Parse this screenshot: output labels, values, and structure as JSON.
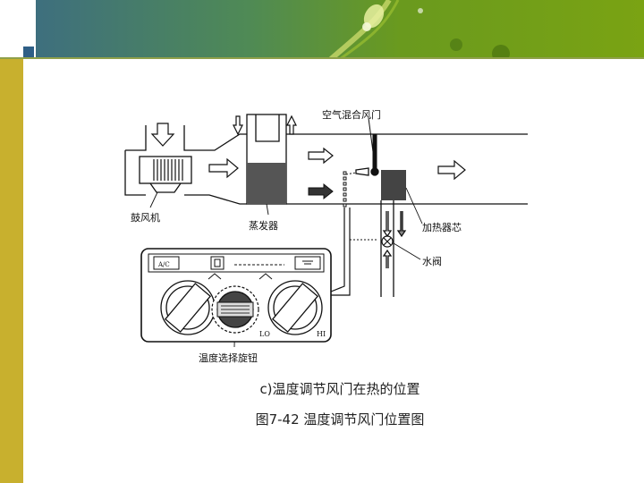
{
  "labels": {
    "air_mix_door": "空气混合风门",
    "blower": "鼓风机",
    "evaporator": "蒸发器",
    "heater_core": "加热器芯",
    "water_valve": "水阀",
    "temp_knob": "温度选择旋钮",
    "panel_ac": "A/C",
    "panel_lo": "LO",
    "panel_hi": "HI"
  },
  "captions": {
    "sub": "c)温度调节风门在热的位置",
    "figure": "图7-42  温度调节风门位置图"
  },
  "colors": {
    "side_bar": "#c8b02e",
    "corner_square": "#2f5f86",
    "banner_green": "#6a9a1e"
  }
}
